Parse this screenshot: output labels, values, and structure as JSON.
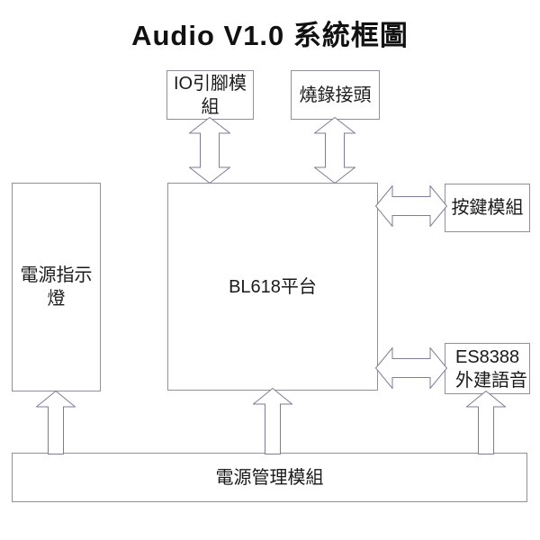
{
  "title": "Audio V1.0 系統框圖",
  "colors": {
    "background": "#ffffff",
    "box_border": "#90909c",
    "arrow_outline": "#7d7d96",
    "text": "#1a1a1a"
  },
  "blocks": {
    "power_indicator": {
      "label": "電源指示燈"
    },
    "io_pin_module": {
      "label": "IO引腳模組"
    },
    "burn_header": {
      "label": "燒錄接頭"
    },
    "bl618_platform": {
      "label": "BL618平台"
    },
    "key_module": {
      "label": "按鍵模組"
    },
    "es8388": {
      "label_line1": "ES8388",
      "label_line2": "外建語音"
    },
    "power_management": {
      "label": "電源管理模組"
    }
  },
  "connections": [
    {
      "from": "io_pin_module",
      "to": "bl618_platform",
      "type": "bidirectional"
    },
    {
      "from": "burn_header",
      "to": "bl618_platform",
      "type": "bidirectional"
    },
    {
      "from": "bl618_platform",
      "to": "key_module",
      "type": "bidirectional"
    },
    {
      "from": "bl618_platform",
      "to": "es8388",
      "type": "bidirectional"
    },
    {
      "from": "power_management",
      "to": "power_indicator",
      "type": "unidirectional-up"
    },
    {
      "from": "power_management",
      "to": "bl618_platform",
      "type": "unidirectional-up"
    },
    {
      "from": "power_management",
      "to": "es8388",
      "type": "unidirectional-up"
    }
  ]
}
